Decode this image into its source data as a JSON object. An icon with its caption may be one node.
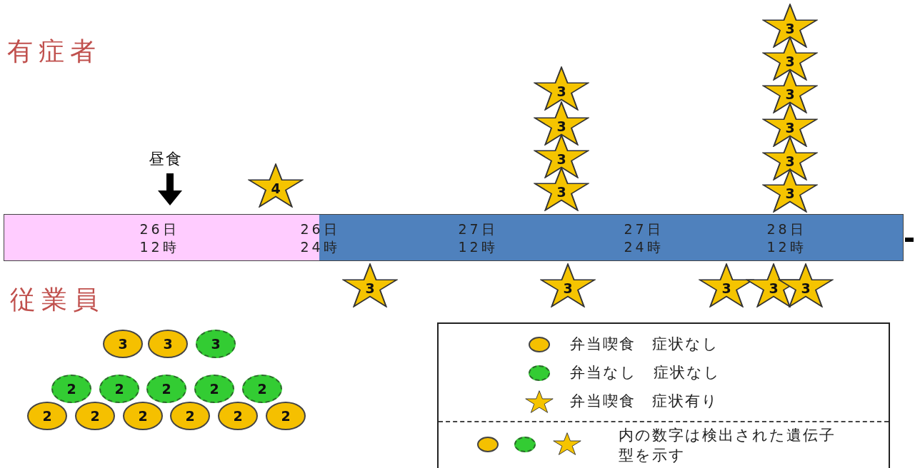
{
  "diagram": {
    "nodes": [
      {
        "text": [
          "3"
        ]
      },
      {
        "text": [
          "3"
        ]
      },
      {
        "text": [
          "3"
        ]
      },
      {
        "text": [
          "3"
        ]
      },
      {
        "text": [
          "3"
        ]
      },
      {
        "text": [
          "3"
        ]
      },
      {
        "text": [
          "3"
        ]
      },
      {
        "text": [
          "3"
        ]
      },
      {
        "text": [
          "4"
        ]
      },
      {
        "text": [
          "3"
        ]
      },
      {
        "text": [
          "3"
        ]
      },
      {
        "text": [
          "26日12時",
          "26日24時",
          "27日12時",
          "27日24時",
          "28日12時"
        ]
      },
      {
        "text": [
          "3"
        ]
      },
      {
        "text": [
          "3"
        ]
      },
      {
        "text": [
          "3"
        ]
      },
      {
        "text": [
          "3"
        ]
      },
      {
        "text": [
          "3"
        ]
      },
      {
        "text": [
          "3"
        ]
      },
      {
        "text": [
          "3"
        ]
      },
      {
        "text": [
          "3"
        ]
      },
      {
        "text": [
          "2"
        ]
      },
      {
        "text": [
          "2"
        ]
      },
      {
        "text": [
          "2"
        ]
      },
      {
        "text": [
          "2"
        ]
      },
      {
        "text": [
          "2"
        ]
      },
      {
        "text": [
          "2"
        ]
      },
      {
        "text": [
          "2"
        ]
      },
      {
        "text": [
          "2"
        ]
      },
      {
        "text": [
          "2"
        ]
      },
      {
        "text": [
          "2"
        ]
      },
      {
        "text": [
          "2"
        ]
      }
    ],
    "edges": [],
    "labels": [
      "有症者",
      "昼食",
      "従業員",
      "内の数字は検出された遺伝子型を示す"
    ],
    "legend": [
      {
        "text": "弁当喫食　症状なし"
      },
      {
        "text": "弁当なし　症状なし"
      },
      {
        "text": "弁当喫食　症状有り"
      }
    ]
  }
}
